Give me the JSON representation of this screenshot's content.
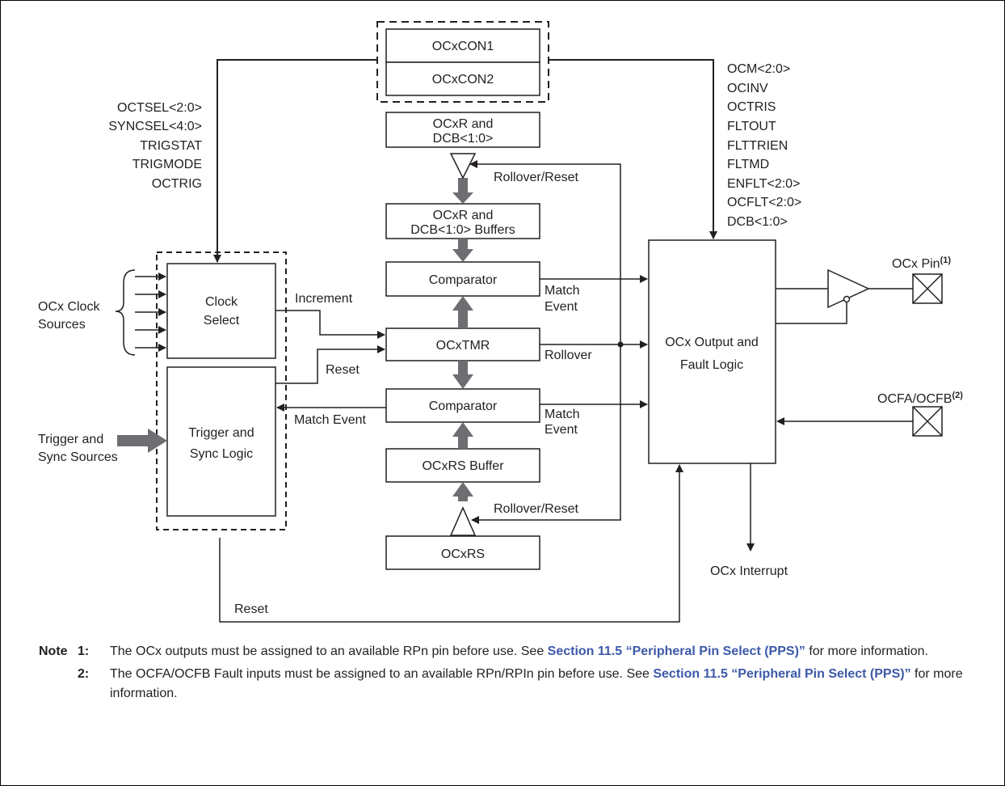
{
  "registers": {
    "con1": "OCxCON1",
    "con2": "OCxCON2"
  },
  "blocks": {
    "ocxr": [
      "OCxR and",
      "DCB<1:0>"
    ],
    "ocxr_buffers": [
      "OCxR and",
      "DCB<1:0> Buffers"
    ],
    "comparator_top": "Comparator",
    "ocxtmr": "OCxTMR",
    "comparator_bottom": "Comparator",
    "ocxrs_buffer": "OCxRS Buffer",
    "ocxrs": "OCxRS",
    "clock_select": [
      "Clock",
      "Select"
    ],
    "trigger_sync": [
      "Trigger and",
      "Sync Logic"
    ],
    "output_fault": [
      "OCx Output and",
      "Fault Logic"
    ]
  },
  "left_bits": [
    "OCTSEL<2:0>",
    "SYNCSEL<4:0>",
    "TRIGSTAT",
    "TRIGMODE",
    "OCTRIG"
  ],
  "right_bits": [
    "OCM<2:0>",
    "OCINV",
    "OCTRIS",
    "FLTOUT",
    "FLTTRIEN",
    "FLTMD",
    "ENFLT<2:0>",
    "OCFLT<2:0>",
    "DCB<1:0>"
  ],
  "labels": {
    "rollover_reset_top": "Rollover/Reset",
    "rollover_reset_bottom": "Rollover/Reset",
    "increment": "Increment",
    "reset_mid": "Reset",
    "match_event_left": "Match Event",
    "match_event_top": [
      "Match",
      "Event"
    ],
    "rollover": "Rollover",
    "match_event_bottom": [
      "Match",
      "Event"
    ],
    "clock_sources": [
      "OCx Clock",
      "Sources"
    ],
    "trigger_sources": [
      "Trigger and",
      "Sync Sources"
    ],
    "reset_bottom": "Reset",
    "interrupt": "OCx Interrupt",
    "ocx_pin": "OCx Pin",
    "ocx_pin_sup": "(1)",
    "ocfa_ocfb": "OCFA/OCFB",
    "ocfa_ocfb_sup": "(2)"
  },
  "notes": {
    "lead": "Note",
    "items": [
      {
        "num": "1:",
        "text_a": "The OCx outputs must be assigned to an available RPn pin before use. See ",
        "link": "Section 11.5 “Peripheral Pin Select (PPS)”",
        "text_b": " for more information."
      },
      {
        "num": "2:",
        "text_a": "The OCFA/OCFB Fault inputs must be assigned to an available RPn/RPIn pin before use. See ",
        "link": "Section 11.5 “Peripheral Pin Select (PPS)”",
        "text_b": " for more information."
      }
    ]
  },
  "colors": {
    "line": "#231f20",
    "bus": "#6d6e71",
    "link": "#3d59a8",
    "frame": "#000000"
  }
}
